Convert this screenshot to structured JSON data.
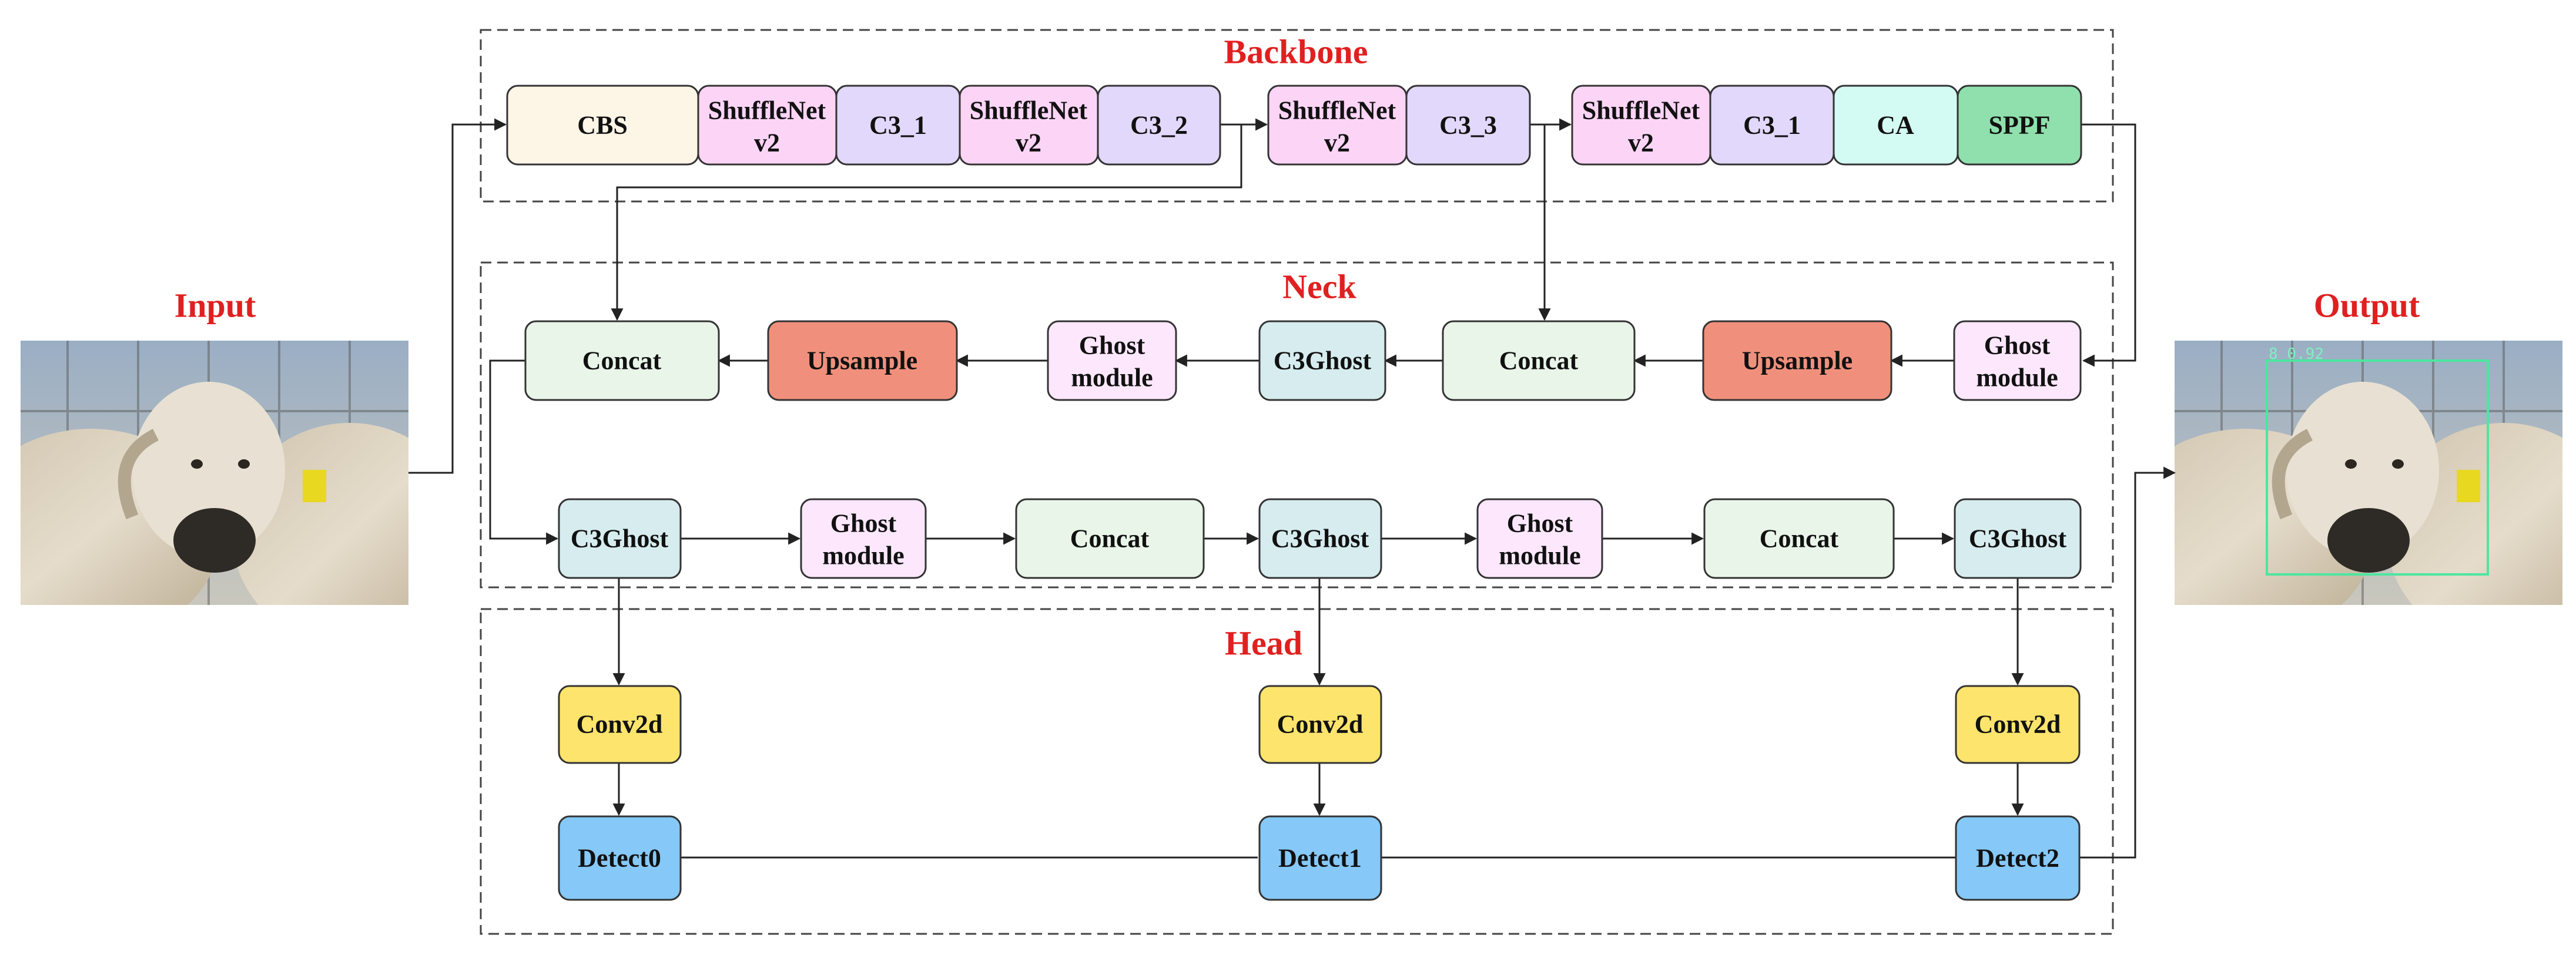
{
  "sections": {
    "backbone": "Backbone",
    "neck": "Neck",
    "head": "Head"
  },
  "io": {
    "input_label": "Input",
    "output_label": "Output",
    "detection_label": "8 0.92"
  },
  "colors": {
    "cbs": "#fdf5e6",
    "shufflenet": "#fcd4f6",
    "c3": "#e2d8fb",
    "ca": "#d4fbf3",
    "sppf": "#8fe0ac",
    "concat": "#e8f5e8",
    "upsample": "#f0907c",
    "ghost_module": "#fce7fc",
    "c3ghost": "#d6ecef",
    "conv2d": "#fde46c",
    "detect": "#86c8f8",
    "section_title": "#e02020"
  },
  "nodes": {
    "cbs": [
      "CBS"
    ],
    "sn1": [
      "ShuffleNet",
      "v2"
    ],
    "c3_1a": [
      "C3_1"
    ],
    "sn2": [
      "ShuffleNet",
      "v2"
    ],
    "c3_2": [
      "C3_2"
    ],
    "sn3": [
      "ShuffleNet",
      "v2"
    ],
    "c3_3": [
      "C3_3"
    ],
    "sn4": [
      "ShuffleNet",
      "v2"
    ],
    "c3_1b": [
      "C3_1"
    ],
    "ca": [
      "CA"
    ],
    "sppf": [
      "SPPF"
    ],
    "concat_n1": [
      "Concat"
    ],
    "upsample_n1": [
      "Upsample"
    ],
    "ghost_n1": [
      "Ghost",
      "module"
    ],
    "c3ghost_n1": [
      "C3Ghost"
    ],
    "concat_n2": [
      "Concat"
    ],
    "upsample_n2": [
      "Upsample"
    ],
    "ghost_n2": [
      "Ghost",
      "module"
    ],
    "c3ghost_n2": [
      "C3Ghost"
    ],
    "ghost_n3": [
      "Ghost",
      "module"
    ],
    "concat_n3": [
      "Concat"
    ],
    "c3ghost_n3": [
      "C3Ghost"
    ],
    "ghost_n4": [
      "Ghost",
      "module"
    ],
    "concat_n4": [
      "Concat"
    ],
    "c3ghost_n4": [
      "C3Ghost"
    ],
    "conv2d_0": [
      "Conv2d"
    ],
    "conv2d_1": [
      "Conv2d"
    ],
    "conv2d_2": [
      "Conv2d"
    ],
    "detect0": [
      "Detect0"
    ],
    "detect1": [
      "Detect1"
    ],
    "detect2": [
      "Detect2"
    ]
  }
}
